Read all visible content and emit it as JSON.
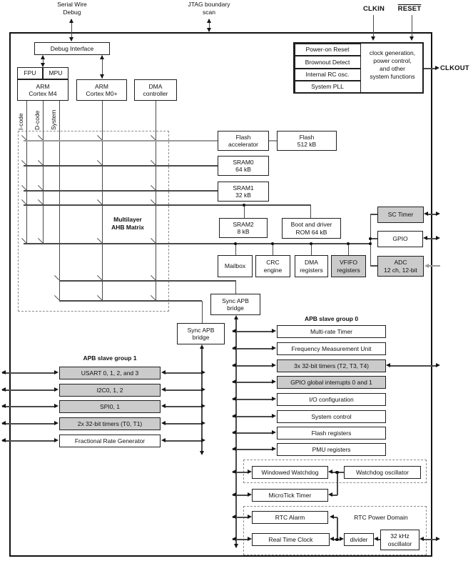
{
  "colors": {
    "shaded_fill": "#cbcbcb",
    "line": "#4a4a4a",
    "gray_bus": "#9a9a9a",
    "border": "#1f1f1f"
  },
  "external_labels": {
    "serial_wire_debug": [
      "Serial Wire",
      "Debug"
    ],
    "jtag_boundary_scan": [
      "JTAG boundary",
      "scan"
    ],
    "clkin": "CLKIN",
    "reset": "RESET",
    "clkout": "CLKOUT"
  },
  "cpu": {
    "debug_interface": "Debug Interface",
    "fpu": "FPU",
    "mpu": "MPU",
    "arm_m4": [
      "ARM",
      "Cortex M4"
    ],
    "arm_m0": [
      "ARM",
      "Cortex M0+"
    ],
    "dma": [
      "DMA",
      "controller"
    ],
    "bus_labels": {
      "icode": "I-code",
      "dcode": "D-code",
      "system": "System"
    }
  },
  "clock_power": {
    "stack": [
      "Power-on Reset",
      "Brownout Detect",
      "Internal RC osc.",
      "System PLL"
    ],
    "description": [
      "clock generation,",
      "power control,",
      "and other",
      "system functions"
    ]
  },
  "matrix": {
    "label": [
      "Multilayer",
      "AHB Matrix"
    ]
  },
  "memory": {
    "flash_accelerator": [
      "Flash",
      "accelerator"
    ],
    "flash": [
      "Flash",
      "512 kB"
    ],
    "sram0": [
      "SRAM0",
      "64 kB"
    ],
    "sram1": [
      "SRAM1",
      "32 kB"
    ],
    "sram2": [
      "SRAM2",
      "8 kB"
    ],
    "boot_rom": [
      "Boot and driver",
      "ROM 64 kB"
    ]
  },
  "ahb_peripherals": {
    "mailbox": "Mailbox",
    "crc": [
      "CRC",
      "engine"
    ],
    "dma_registers": [
      "DMA",
      "registers"
    ],
    "vfifo": [
      "VFIFO",
      "registers"
    ],
    "sc_timer": "SC Timer",
    "gpio": "GPIO",
    "adc": [
      "ADC",
      "12 ch, 12-bit"
    ]
  },
  "bridges": {
    "bridge": [
      "Sync APB",
      "bridge"
    ]
  },
  "apb0": {
    "title": "APB slave group 0",
    "rows": [
      {
        "label": "Multi-rate Timer",
        "shaded": false
      },
      {
        "label": "Frequency Measurement Unit",
        "shaded": false
      },
      {
        "label": "3x 32-bit timers (T2, T3, T4)",
        "shaded": true
      },
      {
        "label": "GPIO global interrupts 0 and 1",
        "shaded": true
      },
      {
        "label": "I/O configuration",
        "shaded": false
      },
      {
        "label": "System control",
        "shaded": false
      },
      {
        "label": "Flash registers",
        "shaded": false
      },
      {
        "label": "PMU registers",
        "shaded": false
      }
    ]
  },
  "apb1": {
    "title": "APB slave group 1",
    "rows": [
      {
        "label": "USART 0, 1, 2, and 3",
        "shaded": true
      },
      {
        "label": "I2C0, 1, 2",
        "shaded": true
      },
      {
        "label": "SPI0, 1",
        "shaded": true
      },
      {
        "label": "2x 32-bit timers (T0, T1)",
        "shaded": true
      },
      {
        "label": "Fractional Rate Generator",
        "shaded": false
      }
    ]
  },
  "watchdog": {
    "windowed_watchdog": "Windowed Watchdog",
    "watchdog_oscillator": "Watchdog oscillator",
    "microtick": "MicroTick Timer"
  },
  "rtc": {
    "title": "RTC Power Domain",
    "rtc_alarm": "RTC Alarm",
    "real_time_clock": "Real Time Clock",
    "divider": "divider",
    "osc_32k": [
      "32 kHz",
      "oscillator"
    ]
  }
}
